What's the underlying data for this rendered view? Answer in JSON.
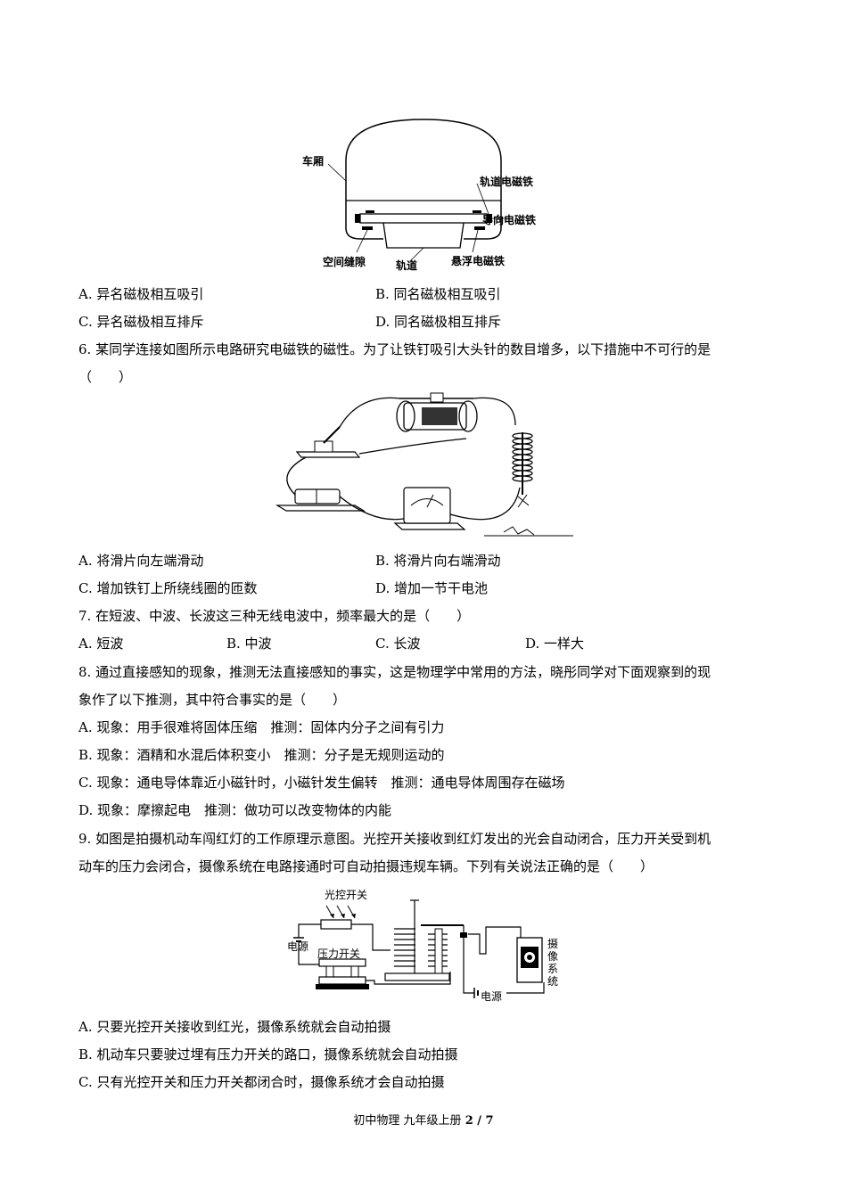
{
  "figure1": {
    "labels": {
      "car": "车厢",
      "track_magnet": "轨道电磁铁",
      "guide_magnet": "导向电磁铁",
      "gap": "空间缝隙",
      "track": "轨道",
      "suspension_magnet": "悬浮电磁铁"
    }
  },
  "q5": {
    "options": [
      "A. 异名磁极相互吸引",
      "B. 同名磁极相互吸引",
      "C. 异名磁极相互排斥",
      "D. 同名磁极相互排斥"
    ]
  },
  "q6": {
    "stem": "6. 某同学连接如图所示电路研究电磁铁的磁性。为了让铁钉吸引大头针的数目增多，以下措施中不可行的是",
    "bracket": "（　　）",
    "options": [
      "A. 将滑片向左端滑动",
      "B. 将滑片向右端滑动",
      "C. 增加铁钉上所绕线圈的匝数",
      "D. 增加一节干电池"
    ]
  },
  "q7": {
    "stem": "7. 在短波、中波、长波这三种无线电波中，频率最大的是（　　）",
    "options": [
      "A. 短波",
      "B. 中波",
      "C. 长波",
      "D. 一样大"
    ]
  },
  "q8": {
    "stem1": "8. 通过直接感知的现象，推测无法直接感知的事实，这是物理学中常用的方法，晓彤同学对下面观察到的现",
    "stem2": "象作了以下推测，其中符合事实的是（　　）",
    "options": [
      "A. 现象：用手很难将固体压缩　推测：固体内分子之间有引力",
      "B. 现象：酒精和水混后体积变小　推测：分子是无规则运动的",
      "C. 现象：通电导体靠近小磁针时，小磁针发生偏转　推测：通电导体周围存在磁场",
      "D. 现象：摩擦起电　推测：做功可以改变物体的内能"
    ]
  },
  "q9": {
    "stem1": "9. 如图是拍摄机动车闯红灯的工作原理示意图。光控开关接收到红灯发出的光会自动闭合，压力开关受到机",
    "stem2": "动车的压力会闭合，摄像系统在电路接通时可自动拍摄违规车辆。下列有关说法正确的是（　　）",
    "figure_labels": {
      "light_switch": "光控开关",
      "power1": "电源",
      "pressure_switch": "压力开关",
      "power2": "电源",
      "camera": [
        "摄",
        "像",
        "系",
        "统"
      ]
    },
    "options": [
      "A. 只要光控开关接收到红光，摄像系统就会自动拍摄",
      "B. 机动车只要驶过埋有压力开关的路口，摄像系统就会自动拍摄",
      "C. 只有光控开关和压力开关都闭合时，摄像系统才会自动拍摄"
    ]
  },
  "footer": {
    "text": "初中物理  九年级上册",
    "page": "2 / 7"
  }
}
